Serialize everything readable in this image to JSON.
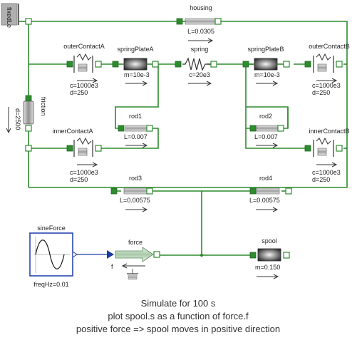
{
  "components": {
    "fixed": "fixedLe",
    "housing": {
      "name": "housing",
      "param": "L=0.0305"
    },
    "outerContactA": {
      "name": "outerContactA",
      "p1": "c=1000e3",
      "p2": "d=250"
    },
    "springPlateA": {
      "name": "springPlateA",
      "param": "m=10e-3"
    },
    "spring": {
      "name": "spring",
      "param": "c=20e3"
    },
    "springPlateB": {
      "name": "springPlateB",
      "param": "m=10e-3"
    },
    "outerContactB": {
      "name": "outerContactB",
      "p1": "c=1000e3",
      "p2": "d=250"
    },
    "friction": {
      "name": "friction",
      "param": "d=2500"
    },
    "rod1": {
      "name": "rod1",
      "param": "L=0.007"
    },
    "rod2": {
      "name": "rod2",
      "param": "L=0.007"
    },
    "innerContactA": {
      "name": "innerContactA",
      "p1": "c=1000e3",
      "p2": "d=250"
    },
    "innerContactB": {
      "name": "innerContactB",
      "p1": "c=1000e3",
      "p2": "d=250"
    },
    "rod3": {
      "name": "rod3",
      "param": "L=0.00575"
    },
    "rod4": {
      "name": "rod4",
      "param": "L=0.00575"
    },
    "sineForce": {
      "name": "sineForce",
      "param": "freqHz=0.01"
    },
    "force": {
      "name": "force",
      "input": "f"
    },
    "spool": {
      "name": "spool",
      "param": "m=0.150"
    }
  },
  "caption": {
    "line1": "Simulate for 100 s",
    "line2": "plot spool.s as a function of force.f",
    "line3": "positive force => spool moves in positive direction"
  },
  "colors": {
    "connector": "#2e8b2e",
    "signal": "#1a3aa8",
    "frame": "#1a3aa8"
  }
}
